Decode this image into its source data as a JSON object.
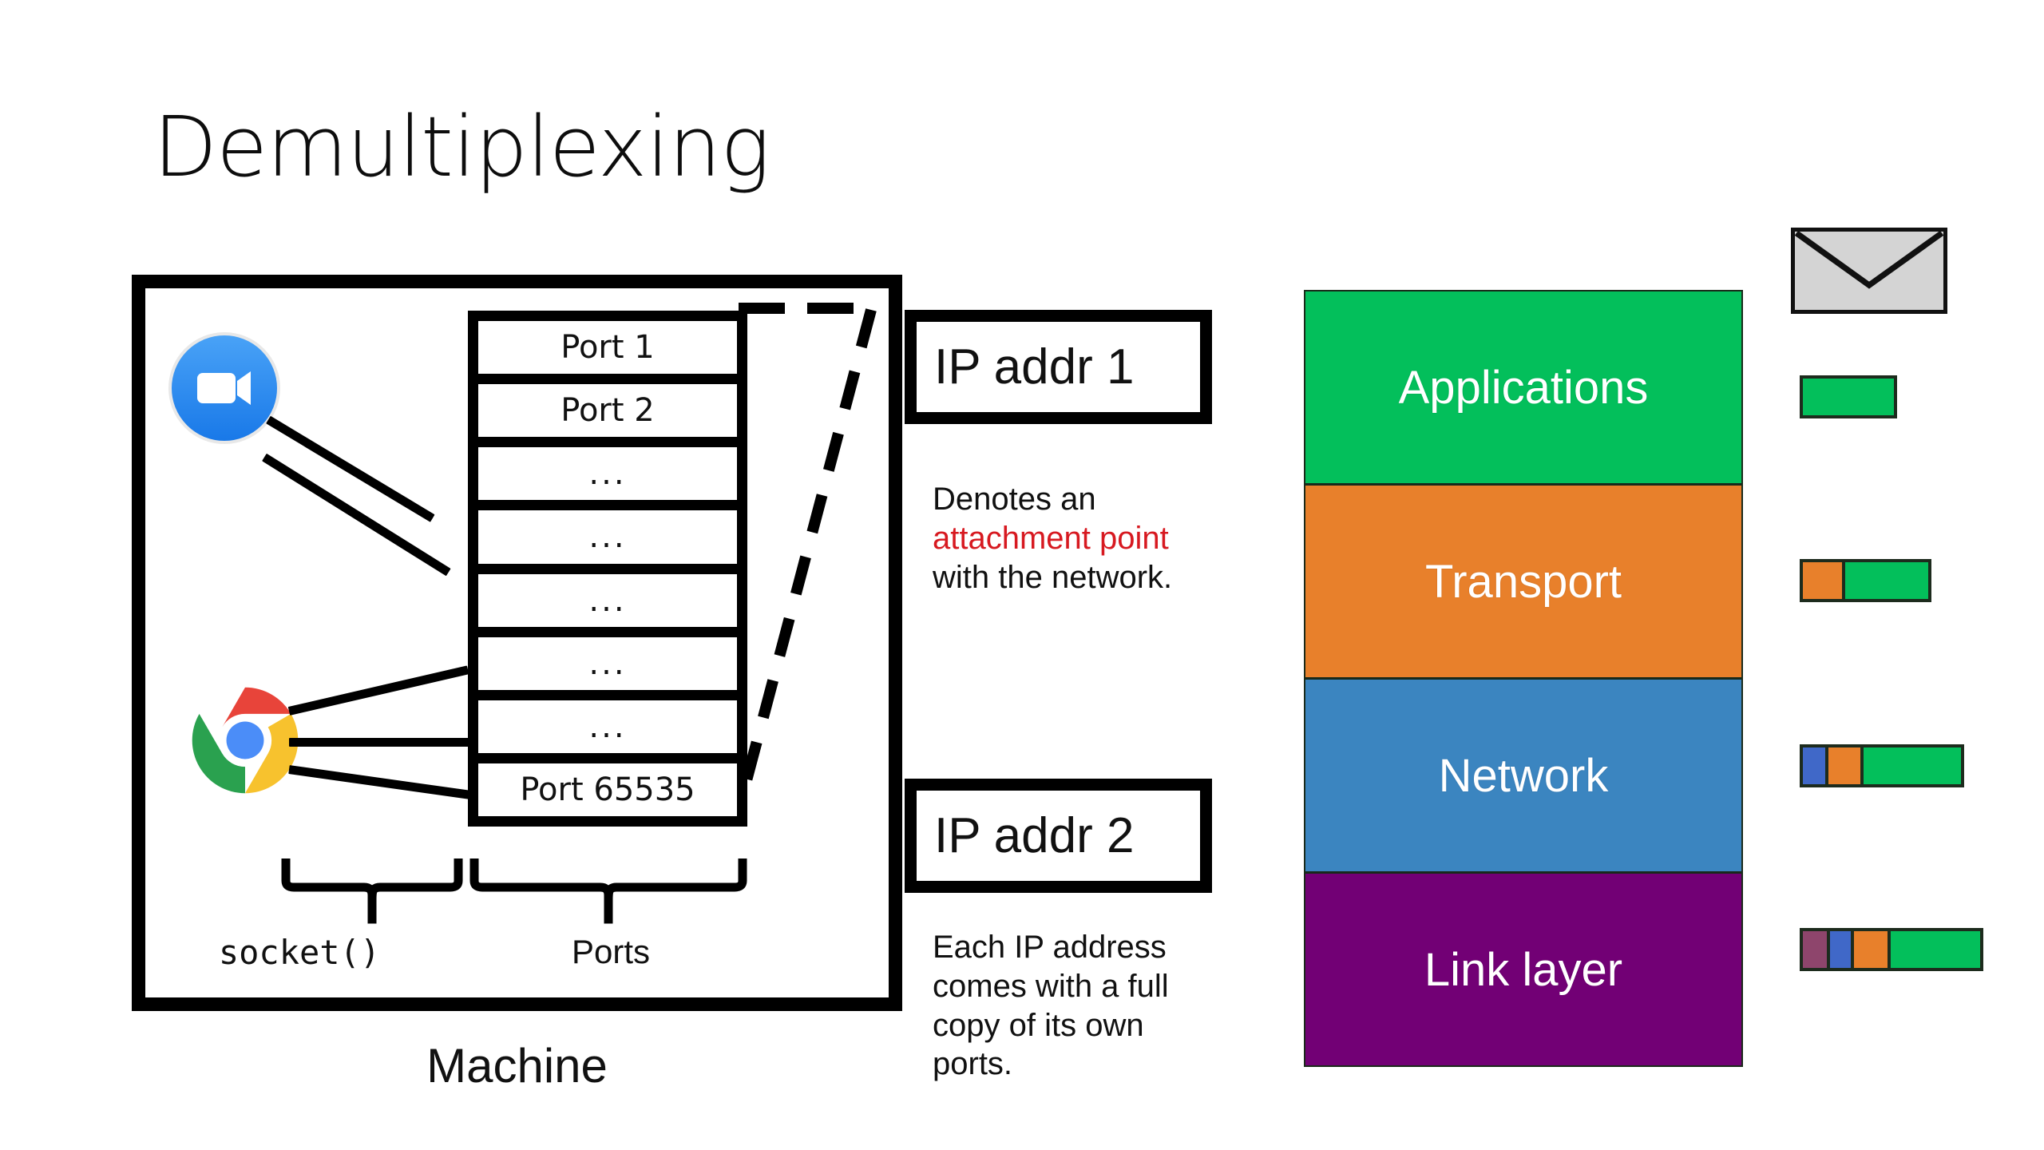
{
  "title": "Demultiplexing",
  "machine": {
    "label": "Machine",
    "apps": [
      {
        "name": "zoom",
        "icon": "zoom-video-icon",
        "connections": 2
      },
      {
        "name": "chrome",
        "icon": "chrome-browser-icon",
        "connections": 3
      }
    ],
    "ports": [
      "Port 1",
      "Port 2",
      "...",
      "...",
      "...",
      "...",
      "...",
      "Port 65535"
    ],
    "brace_labels": {
      "socket": "socket()",
      "ports": "Ports"
    }
  },
  "ip_boxes": [
    {
      "label": "IP addr 1"
    },
    {
      "label": "IP addr 2"
    }
  ],
  "notes": [
    {
      "id": "attachment-point-note",
      "before": "Denotes an ",
      "highlight": "attachment point",
      "after": " with the network.",
      "highlight_color": "#d71920"
    },
    {
      "id": "ip-copy-note",
      "text": "Each IP address comes with a full copy of its own ports."
    }
  ],
  "protocol_stack": {
    "layers": [
      {
        "label": "Applications",
        "color": "#03bf5b"
      },
      {
        "label": "Transport",
        "color": "#e8802b"
      },
      {
        "label": "Network",
        "color": "#3b85c0"
      },
      {
        "label": "Link layer",
        "color": "#720075"
      }
    ]
  },
  "packet_column": {
    "envelope": {
      "icon": "envelope-icon",
      "fill": "#d4d4d4",
      "stroke": "#111111"
    },
    "packets": [
      {
        "id": "application-payload",
        "segments": [
          {
            "color": "#03bf5b",
            "width": 122
          }
        ]
      },
      {
        "id": "transport-segment",
        "segments": [
          {
            "color": "#e8802b",
            "width": 57
          },
          {
            "color": "#03bf5b",
            "width": 112
          }
        ]
      },
      {
        "id": "network-packet",
        "segments": [
          {
            "color": "#4068c8",
            "width": 36
          },
          {
            "color": "#e8802b",
            "width": 48
          },
          {
            "color": "#03bf5b",
            "width": 130
          }
        ]
      },
      {
        "id": "link-frame",
        "segments": [
          {
            "color": "#8e456c",
            "width": 38
          },
          {
            "color": "#4068c8",
            "width": 34
          },
          {
            "color": "#e8802b",
            "width": 50
          },
          {
            "color": "#03bf5b",
            "width": 120
          }
        ]
      }
    ]
  },
  "colors": {
    "outline": "#000000",
    "background": "#ffffff",
    "accent_red": "#d71920"
  }
}
